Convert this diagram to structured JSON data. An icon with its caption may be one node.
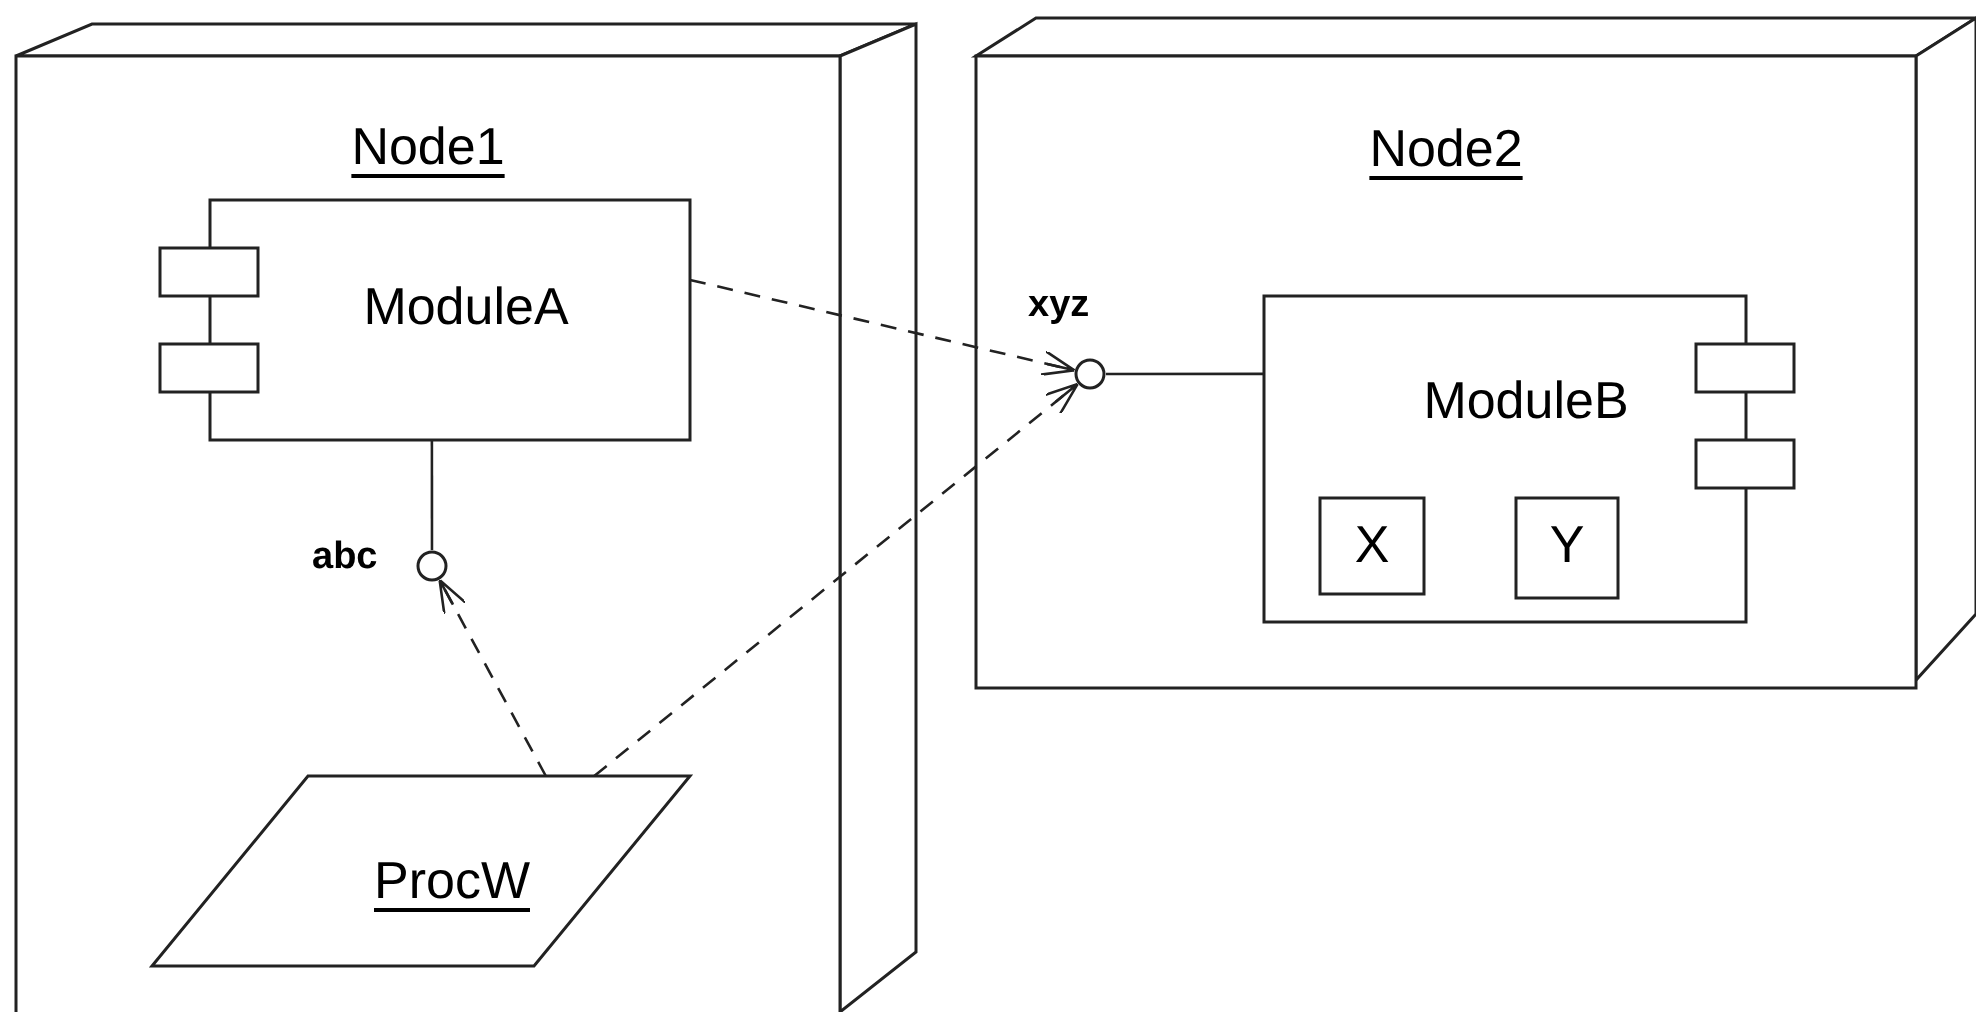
{
  "diagram": {
    "nodes": [
      {
        "text": [
          "Node1"
        ]
      },
      {
        "text": [
          "ModuleA"
        ],
        "in": 0
      },
      {
        "text": [],
        "shape": "circle",
        "beside": [
          "abc"
        ],
        "in": 0
      },
      {
        "text": [
          "ProcW"
        ],
        "in": 0
      },
      {
        "text": [
          "Node2"
        ]
      },
      {
        "text": [
          "ModuleB"
        ],
        "in": 4
      },
      {
        "text": [
          "X"
        ],
        "in": 5
      },
      {
        "text": [
          "Y"
        ],
        "in": 5
      },
      {
        "text": [],
        "shape": "circle",
        "beside": [
          "xyz"
        ],
        "in": 4
      }
    ],
    "edges": [
      {
        "from": 1,
        "to": 8,
        "arrow": "to",
        "style": "dashed"
      },
      {
        "from": 1,
        "to": 2,
        "arrow": "none"
      },
      {
        "from": 3,
        "to": 2,
        "arrow": "to",
        "style": "dashed"
      },
      {
        "from": 3,
        "to": 8,
        "arrow": "to",
        "style": "dashed"
      },
      {
        "from": 8,
        "to": 5,
        "arrow": "none"
      }
    ]
  }
}
